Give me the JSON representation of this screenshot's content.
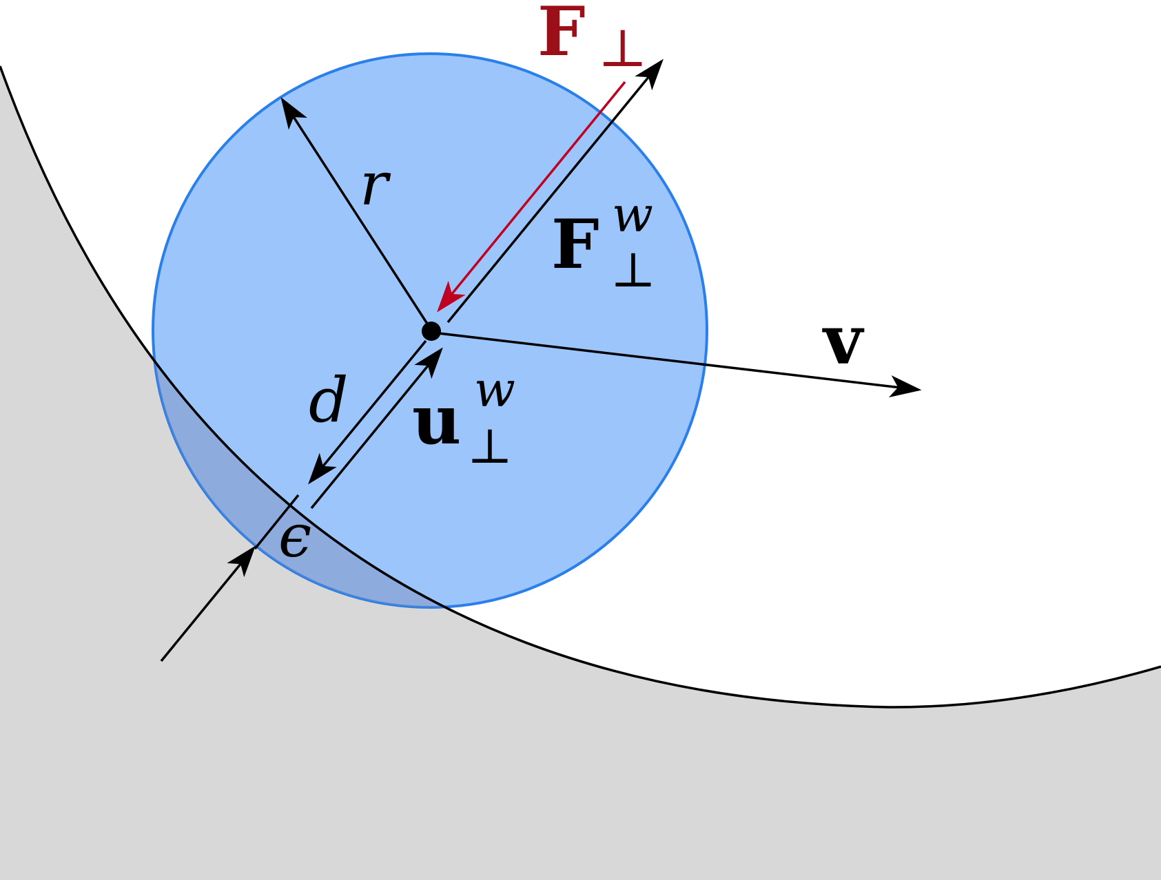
{
  "colors": {
    "wall_fill": "#d8d8d8",
    "particle_fill": "#9cc5fb",
    "particle_stroke": "#2a7fea",
    "overlap_tint": "#7d8cb6",
    "vector": "#000000",
    "force": "#c00020",
    "force_label": "#9b1018"
  },
  "icons": {
    "particle": "circle-particle",
    "center": "center-dot",
    "wall": "curved-wall-boundary"
  },
  "labels": {
    "force_perp": {
      "base": "F",
      "sub": "⊥"
    },
    "force_wall": {
      "base": "F",
      "sup": "w",
      "sub": "⊥"
    },
    "radius": "r",
    "velocity": "v",
    "distance": "d",
    "velocity_wall": {
      "base": "u",
      "sup": "w",
      "sub": "⊥"
    },
    "epsilon": "ϵ"
  }
}
